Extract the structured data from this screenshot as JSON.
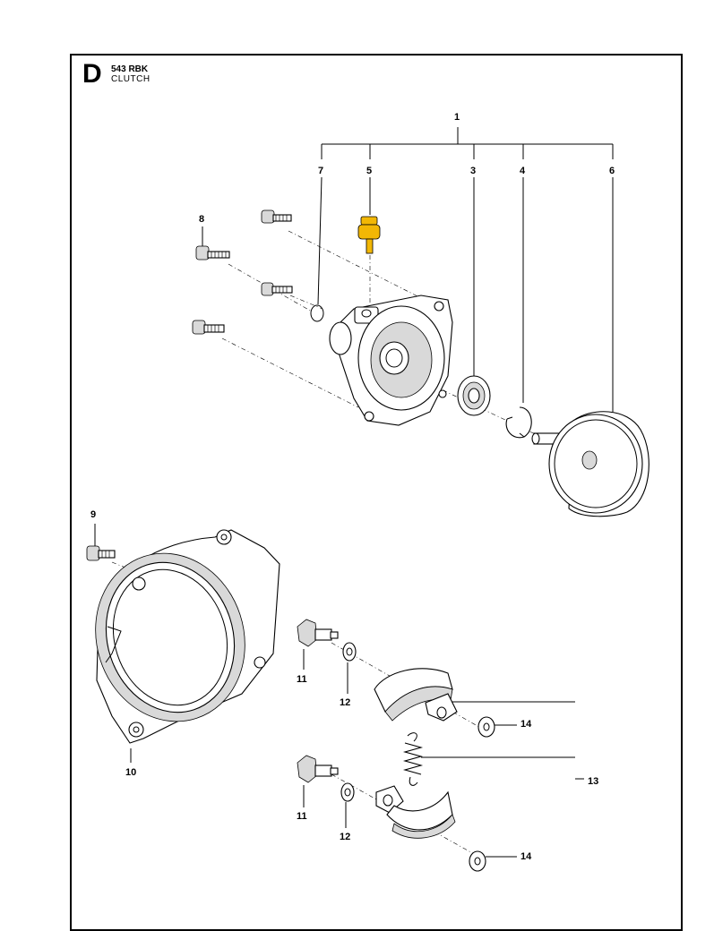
{
  "header": {
    "section_letter": "D",
    "model": "543 RBK",
    "section": "CLUTCH"
  },
  "callouts": {
    "c1": "1",
    "c3": "3",
    "c4": "4",
    "c5": "5",
    "c6": "6",
    "c7": "7",
    "c8": "8",
    "c9": "9",
    "c10": "10",
    "c11a": "11",
    "c11b": "11",
    "c12a": "12",
    "c12b": "12",
    "c13": "13",
    "c14a": "14",
    "c14b": "14"
  },
  "highlight_color": "#f2b705"
}
